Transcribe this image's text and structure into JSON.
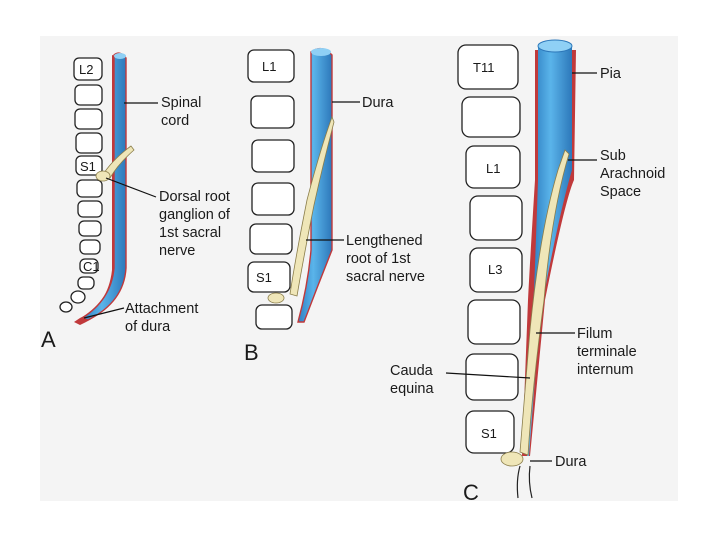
{
  "colors": {
    "background": "#ffffff",
    "panel_bg": "#f4f4f4",
    "cord_blue": "#3f9ad6",
    "cord_light": "#8fd0f5",
    "dura_red": "#c0393b",
    "nerve_tan": "#efe6b8"
  },
  "panel_a": {
    "letter": "A",
    "vertebra_labels": {
      "l2": "L2",
      "s1": "S1",
      "c1": "C1"
    },
    "label_spinal_cord": [
      "Spinal",
      "cord"
    ],
    "label_dorsal_root": [
      "Dorsal root",
      "ganglion of",
      "1st sacral",
      "nerve"
    ],
    "label_attachment": [
      "Attachment",
      "of dura"
    ]
  },
  "panel_b": {
    "letter": "B",
    "vertebra_labels": {
      "l1": "L1",
      "s1": "S1"
    },
    "label_dura": "Dura",
    "label_lengthened_root": [
      "Lengthened",
      "root of 1st",
      "sacral nerve"
    ]
  },
  "panel_c": {
    "letter": "C",
    "vertebra_labels": {
      "t11": "T11",
      "l1": "L1",
      "l3": "L3",
      "s1": "S1"
    },
    "label_pia": "Pia",
    "label_subarachnoid": [
      "Sub",
      "Arachnoid",
      "Space"
    ],
    "label_filum": [
      "Filum",
      "terminale",
      "internum"
    ],
    "label_cauda": [
      "Cauda",
      "equina"
    ],
    "label_dura": "Dura"
  }
}
